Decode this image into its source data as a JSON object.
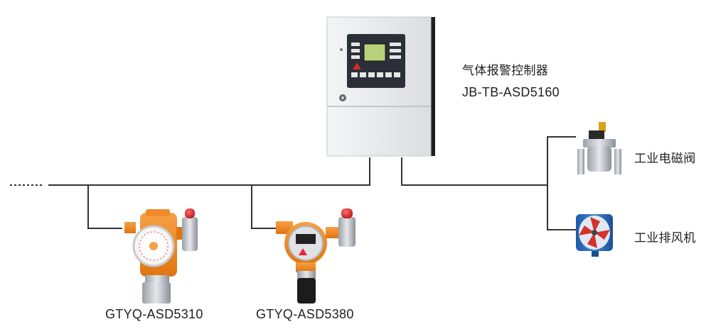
{
  "controller": {
    "name": "气体报警控制器",
    "model": "JB-TB-ASD5160"
  },
  "detectors": [
    {
      "model": "GTYQ-ASD5310"
    },
    {
      "model": "GTYQ-ASD5380"
    }
  ],
  "outputs": [
    {
      "name": "工业电磁阀"
    },
    {
      "name": "工业排风机"
    }
  ],
  "colors": {
    "line": "#333333",
    "detector_body": "#f08a24",
    "beacon_red": "#d8262a",
    "panel_body": "#e9eaec",
    "fan_blue": "#2a6fc0"
  },
  "icons": [
    "controller-panel",
    "detector-5310",
    "detector-5380",
    "solenoid-valve",
    "axial-fan"
  ]
}
